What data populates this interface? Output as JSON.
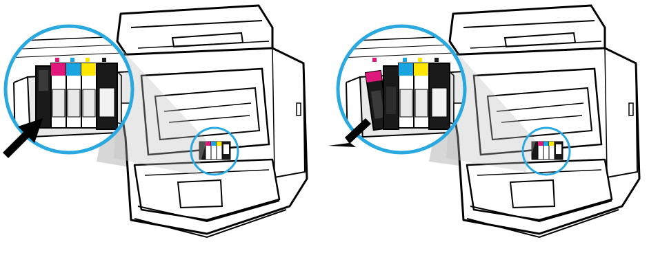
{
  "figure": {
    "panels": [
      {
        "id": "insert",
        "action": "push-in",
        "arrow_icon": "arrow-in-icon"
      },
      {
        "id": "remove",
        "action": "pull-out",
        "arrow_icon": "arrow-out-icon"
      }
    ],
    "cartridge_order": [
      "black",
      "magenta",
      "cyan",
      "yellow",
      "black-xl"
    ]
  },
  "colors": {
    "accent_ring": "#2aa9e0",
    "highlight_fill": "#c9c9c9",
    "magenta": "#e0187c",
    "cyan": "#1aa5e0",
    "yellow": "#ffe600",
    "black": "#1a1a1a",
    "outline": "#000000"
  }
}
